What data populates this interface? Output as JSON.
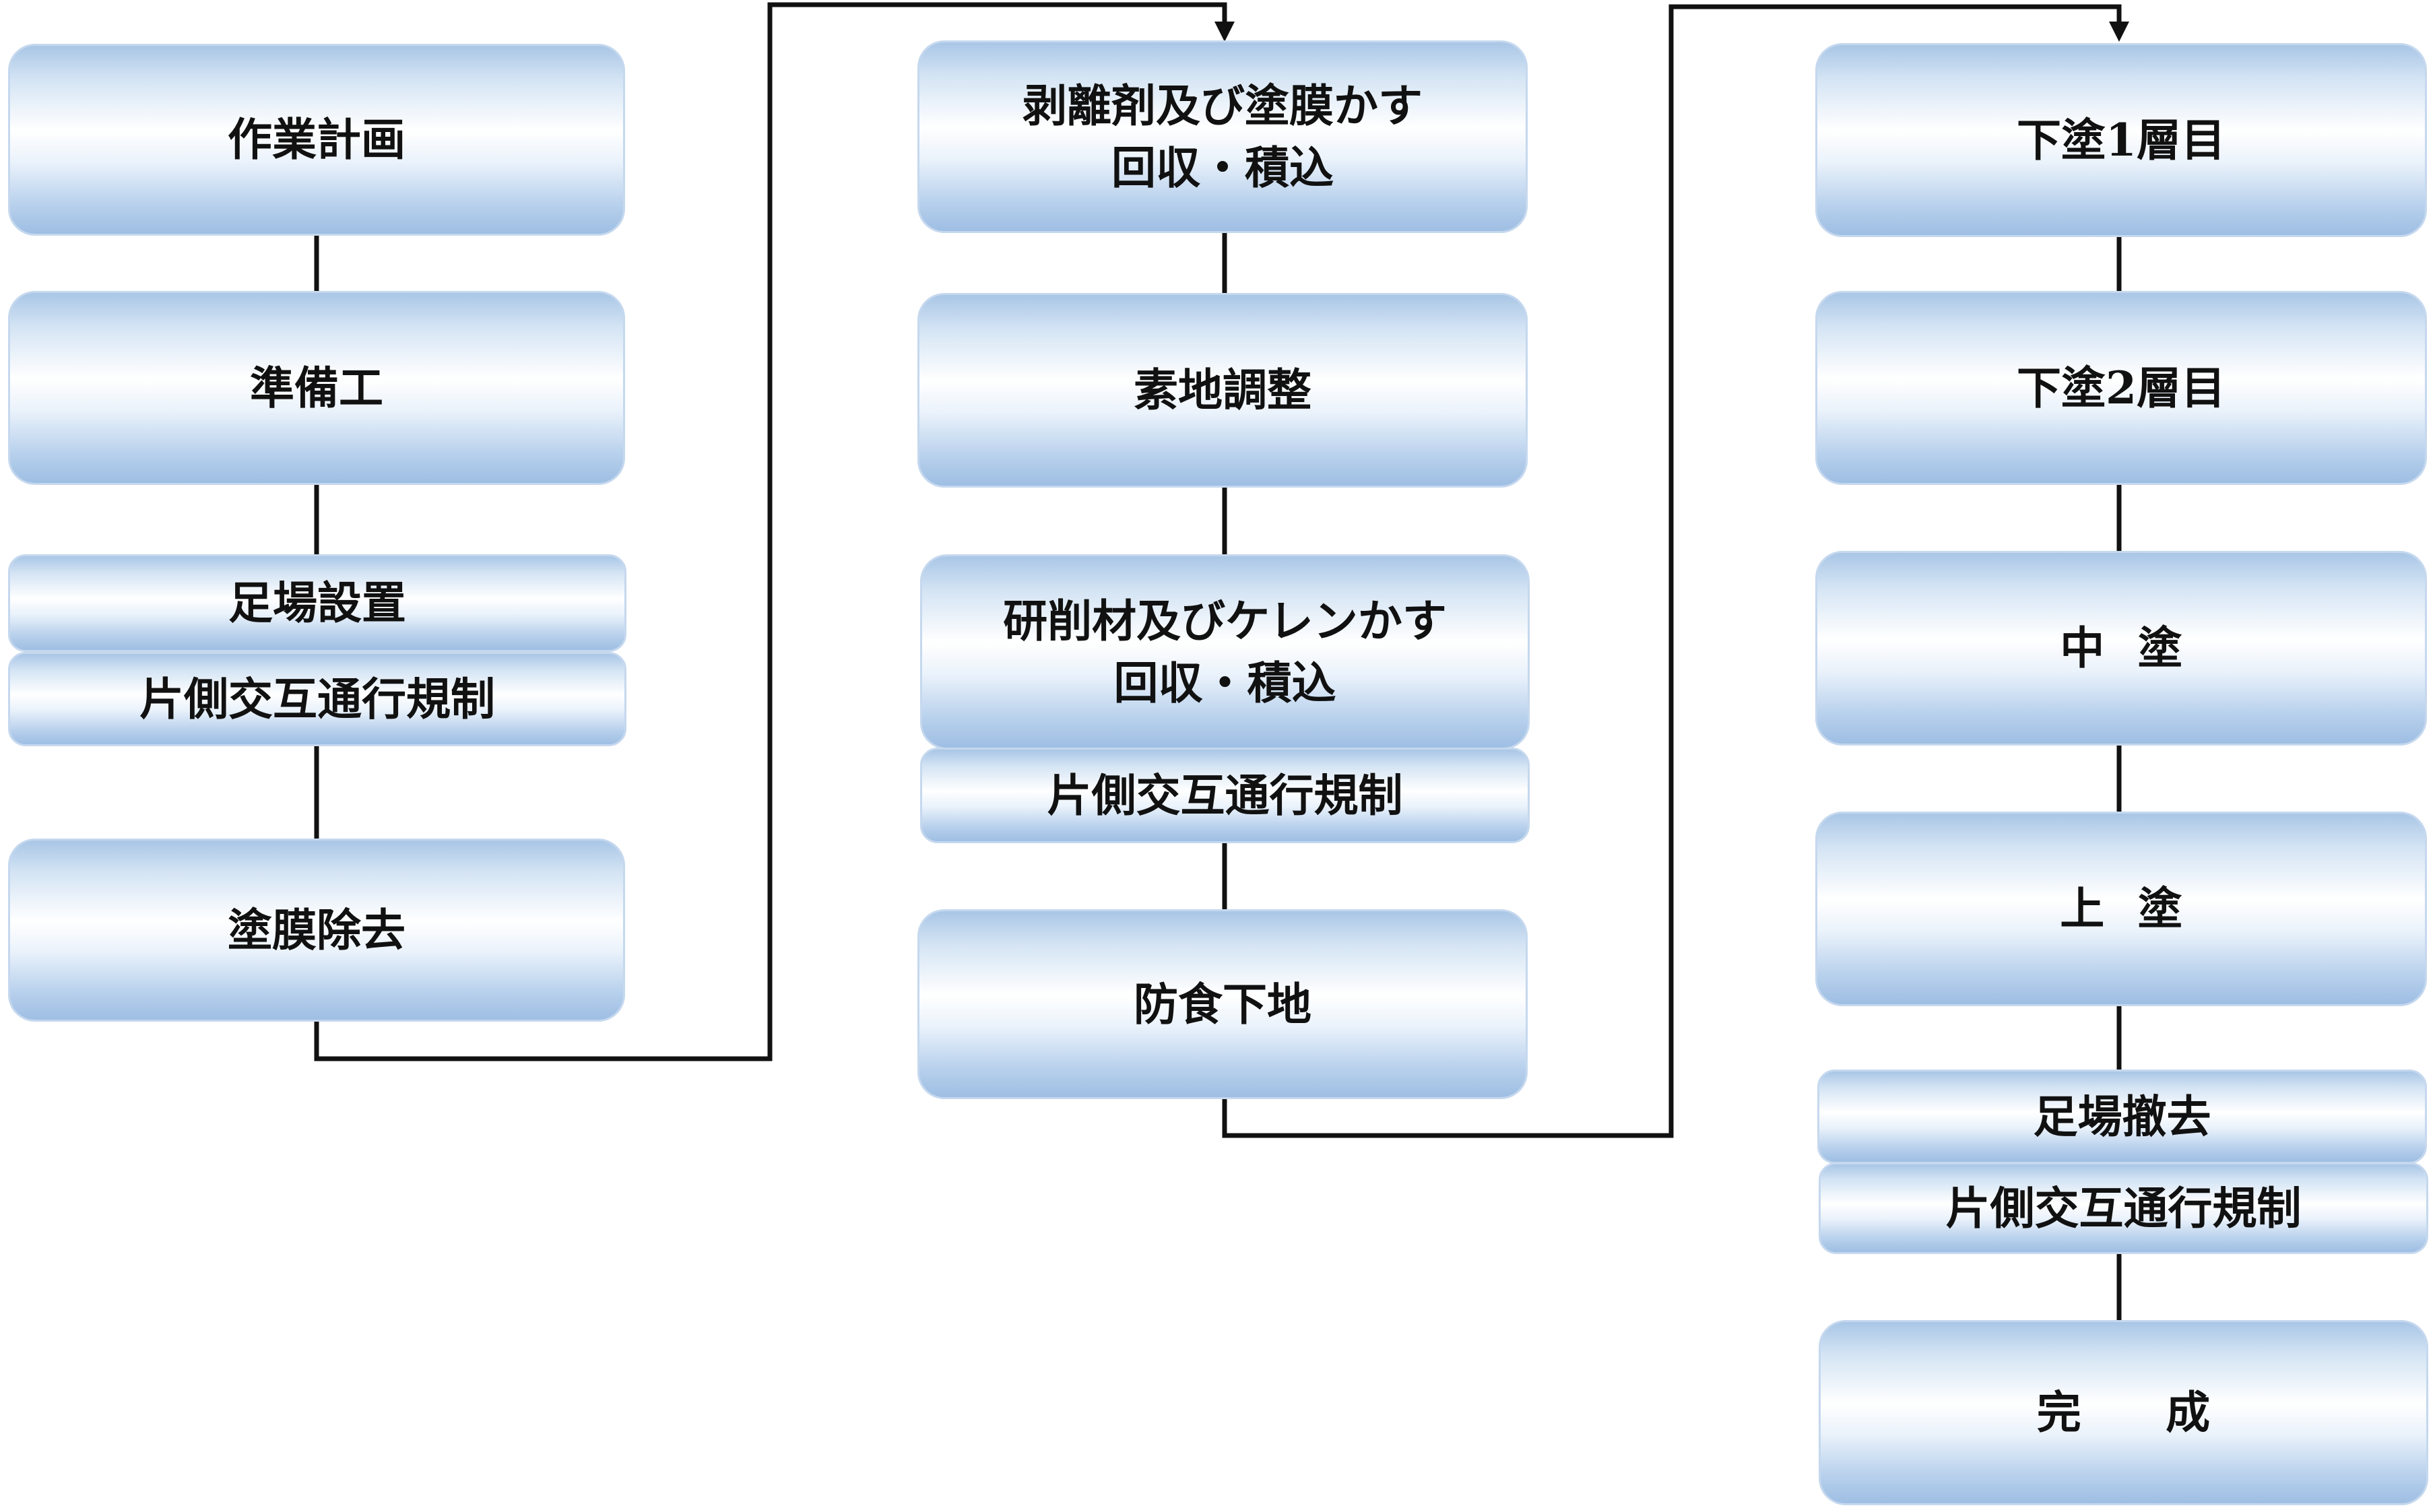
{
  "columns": [
    {
      "steps": [
        {
          "label": "作業計画"
        },
        {
          "label": "準備工"
        },
        {
          "label": "足場設置"
        },
        {
          "label": "片側交互通行規制"
        },
        {
          "label": "塗膜除去"
        }
      ]
    },
    {
      "steps": [
        {
          "label": "剥離剤及び塗膜かす\n回収・積込"
        },
        {
          "label": "素地調整"
        },
        {
          "label": "研削材及びケレンかす\n回収・積込"
        },
        {
          "label": "片側交互通行規制"
        },
        {
          "label": "防食下地"
        }
      ]
    },
    {
      "steps": [
        {
          "label": "下塗1層目"
        },
        {
          "label": "下塗2層目"
        },
        {
          "label": "中塗"
        },
        {
          "label": "上塗"
        },
        {
          "label": "足場撤去"
        },
        {
          "label": "片側交互通行規制"
        },
        {
          "label": "完成"
        }
      ]
    }
  ],
  "colors": {
    "box_top": "#a9c6e6",
    "box_mid": "#ffffff",
    "box_border": "#c5d8ee",
    "line": "#111111",
    "text": "#111111"
  }
}
